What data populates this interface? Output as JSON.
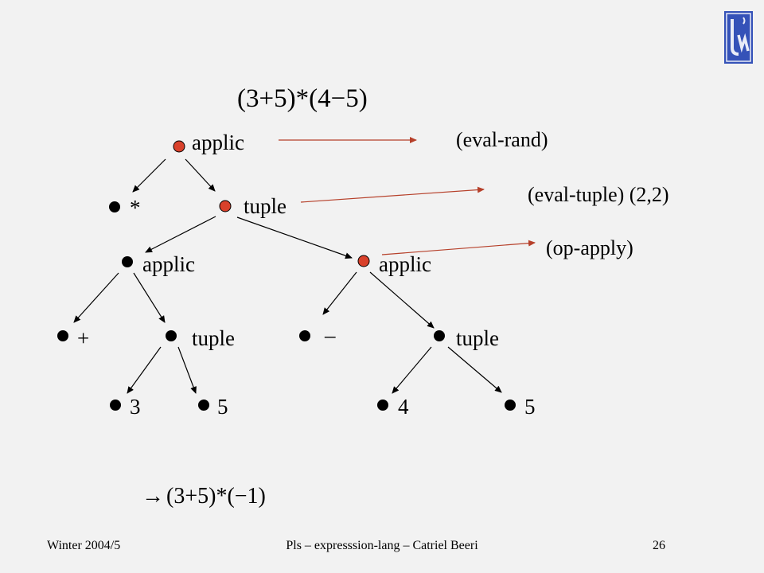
{
  "slide": {
    "expression_top": "(3+5)*(4−5)",
    "result_arrow": "→",
    "expression_bottom": "(3+5)*(−1)",
    "footer": {
      "left": "Winter 2004/5",
      "center": "Pls – expresssion-lang – Catriel Beeri",
      "page": "26"
    },
    "colors": {
      "background": "#f2f2f2",
      "active_node": "#d9412b",
      "arrow": "#b6402a",
      "logo_blue": "#3552b8"
    }
  },
  "tree": {
    "nodes": [
      {
        "id": "root",
        "label": "applic",
        "active": true
      },
      {
        "id": "star",
        "label": "*",
        "active": false
      },
      {
        "id": "tuple1",
        "label": "tuple",
        "active": true
      },
      {
        "id": "applicL",
        "label": "applic",
        "active": false
      },
      {
        "id": "applicR",
        "label": "applic",
        "active": true
      },
      {
        "id": "plus",
        "label": "+",
        "active": false
      },
      {
        "id": "tupleL",
        "label": "tuple",
        "active": false
      },
      {
        "id": "minus",
        "label": "–",
        "active": false
      },
      {
        "id": "tupleR",
        "label": "tuple",
        "active": false
      },
      {
        "id": "n3",
        "label": "3",
        "active": false
      },
      {
        "id": "n5a",
        "label": "5",
        "active": false
      },
      {
        "id": "n4",
        "label": "4",
        "active": false
      },
      {
        "id": "n5b",
        "label": "5",
        "active": false
      }
    ],
    "edges": [
      [
        "root",
        "star"
      ],
      [
        "root",
        "tuple1"
      ],
      [
        "tuple1",
        "applicL"
      ],
      [
        "tuple1",
        "applicR"
      ],
      [
        "applicL",
        "plus"
      ],
      [
        "applicL",
        "tupleL"
      ],
      [
        "applicR",
        "minus"
      ],
      [
        "applicR",
        "tupleR"
      ],
      [
        "tupleL",
        "n3"
      ],
      [
        "tupleL",
        "n5a"
      ],
      [
        "tupleR",
        "n4"
      ],
      [
        "tupleR",
        "n5b"
      ]
    ]
  },
  "annotations": [
    {
      "from": "root",
      "label": "(eval-rand)"
    },
    {
      "from": "tuple1",
      "label": "(eval-tuple) (2,2)"
    },
    {
      "from": "applicR",
      "label": "(op-apply)"
    }
  ]
}
